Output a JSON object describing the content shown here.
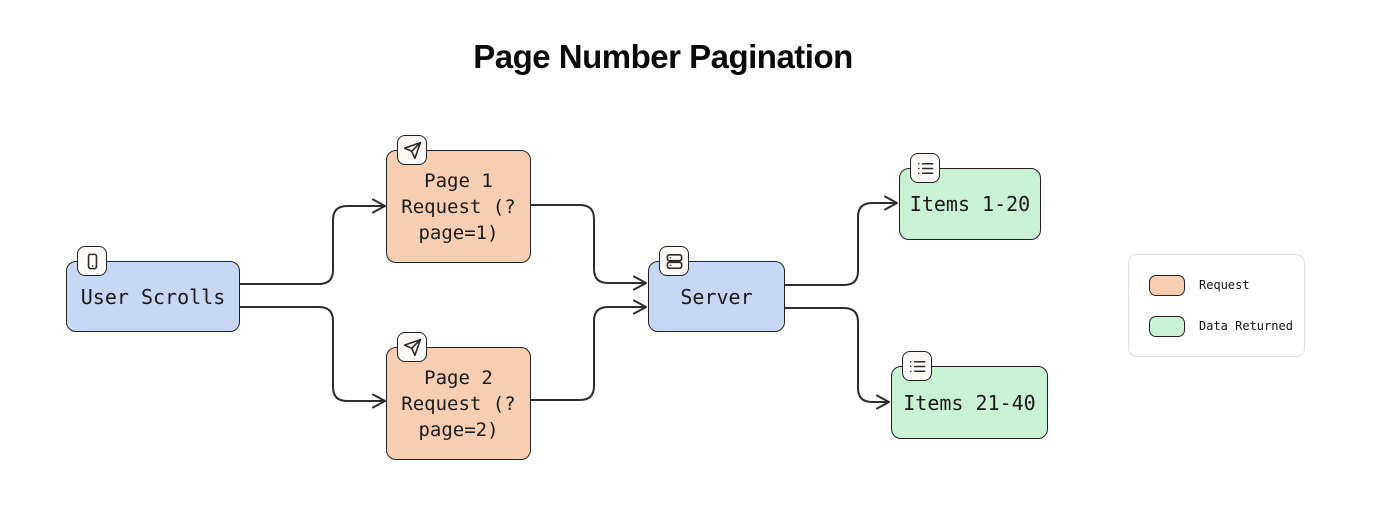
{
  "title": "Page Number Pagination",
  "diagram": {
    "nodes": [
      {
        "id": "user-scrolls",
        "label": "User Scrolls",
        "type": "actor",
        "icon": "smartphone-icon"
      },
      {
        "id": "page-1-request",
        "label": "Page 1\nRequest (?\npage=1)",
        "type": "request",
        "icon": "send-icon"
      },
      {
        "id": "page-2-request",
        "label": "Page 2\nRequest (?\npage=2)",
        "type": "request",
        "icon": "send-icon"
      },
      {
        "id": "server",
        "label": "Server",
        "type": "actor",
        "icon": "server-icon"
      },
      {
        "id": "items-1-20",
        "label": "Items 1-20",
        "type": "data",
        "icon": "list-icon"
      },
      {
        "id": "items-21-40",
        "label": "Items 21-40",
        "type": "data",
        "icon": "list-icon"
      }
    ],
    "edges": [
      {
        "from": "user-scrolls",
        "to": "page-1-request"
      },
      {
        "from": "user-scrolls",
        "to": "page-2-request"
      },
      {
        "from": "page-1-request",
        "to": "server"
      },
      {
        "from": "page-2-request",
        "to": "server"
      },
      {
        "from": "server",
        "to": "items-1-20"
      },
      {
        "from": "server",
        "to": "items-21-40"
      }
    ]
  },
  "legend": {
    "items": [
      {
        "label": "Request",
        "color": "#f6cfb2"
      },
      {
        "label": "Data Returned",
        "color": "#c8f2d3"
      }
    ]
  },
  "colors": {
    "request_fill": "#f6cfb2",
    "data_returned_fill": "#c8f2d3",
    "actor_fill": "#c7d8f7",
    "node_border": "#222222",
    "edge_stroke": "#2d2d2d",
    "background": "#ffffff"
  }
}
